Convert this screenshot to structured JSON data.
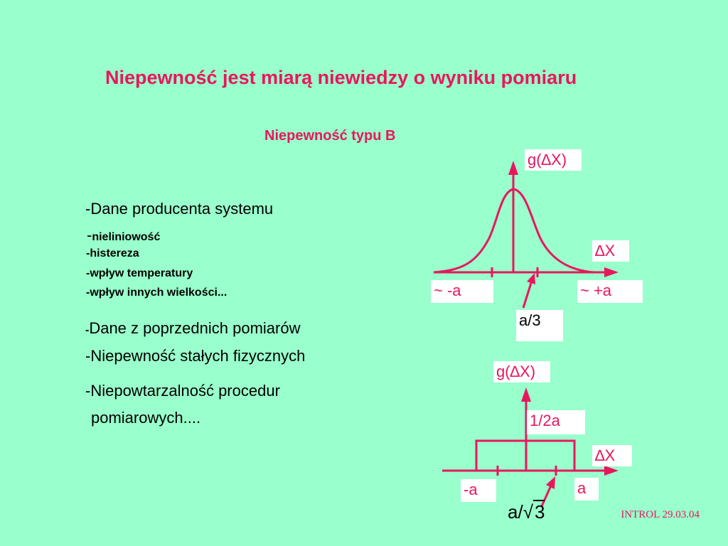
{
  "title": "Niepewność jest miarą niewiedzy o wyniku pomiaru",
  "subtitle": "Niepewność typu B",
  "list": {
    "item1": "-Dane producenta systemu",
    "sub_dash": "-",
    "sub1": "nieliniowość",
    "sub2": "-histereza",
    "sub3": "-wpływ temperatury",
    "sub4": "-wpływ innych wielkości...",
    "item2_dash": "-",
    "item2": "Dane z poprzednich pomiarów",
    "item3": "-Niepewność stałych fizycznych",
    "item4_line1": "-Niepowtarzalność procedur",
    "item4_line2": "pomiarowych...."
  },
  "diagram_gauss": {
    "ylabel": "g(∆X)",
    "xlabel": "∆X",
    "left_label": "~ -a",
    "right_label": "~ +a",
    "note": "a/3"
  },
  "diagram_rect": {
    "ylabel": "g(∆X)",
    "height_label": "1/2a",
    "xlabel": "∆X",
    "left_label": "-a",
    "right_label": "a",
    "note_prefix": "a/",
    "note_sqrt": "3"
  },
  "footer": "INTROL 29.03.04",
  "colors": {
    "background": "#99ffcc",
    "accent": "#e8175d",
    "label_bg": "#ffffff"
  }
}
